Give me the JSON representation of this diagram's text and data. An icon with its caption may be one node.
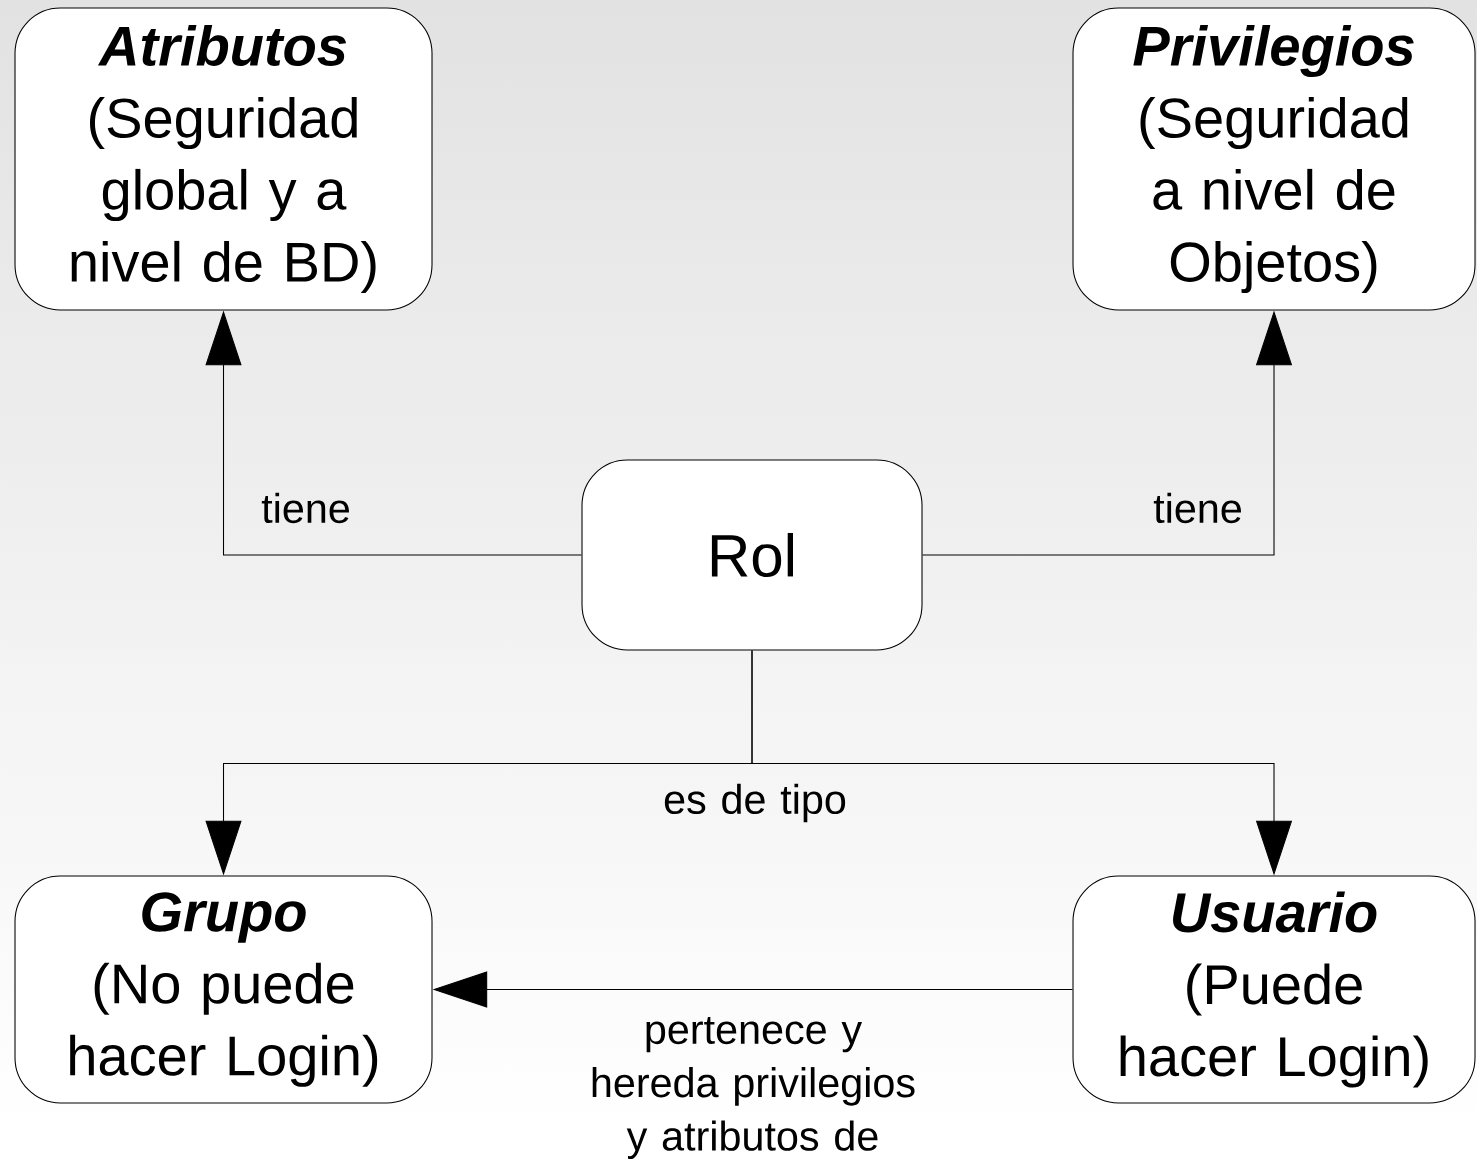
{
  "diagram": {
    "nodes": [
      {
        "text": [
          "Atributos",
          "(Seguridad global y a nivel de BD)"
        ]
      },
      {
        "text": [
          "Privilegios",
          "(Seguridad a nivel de Objetos)"
        ]
      },
      {
        "text": [
          "Rol"
        ]
      },
      {
        "text": [
          "Grupo",
          "(No puede hacer Login)"
        ]
      },
      {
        "text": [
          "Usuario",
          "(Puede hacer Login)"
        ]
      }
    ],
    "edges": [
      {
        "from": 2,
        "to": 0,
        "arrow": "to",
        "label": "tiene"
      },
      {
        "from": 2,
        "to": 1,
        "arrow": "to",
        "label": "tiene"
      },
      {
        "from": 2,
        "to": 3,
        "arrow": "to",
        "label": "es de tipo"
      },
      {
        "from": 2,
        "to": 4,
        "arrow": "to"
      },
      {
        "from": 4,
        "to": 3,
        "arrow": "to",
        "label": "pertenece y hereda privilegios y atributos de"
      }
    ]
  }
}
